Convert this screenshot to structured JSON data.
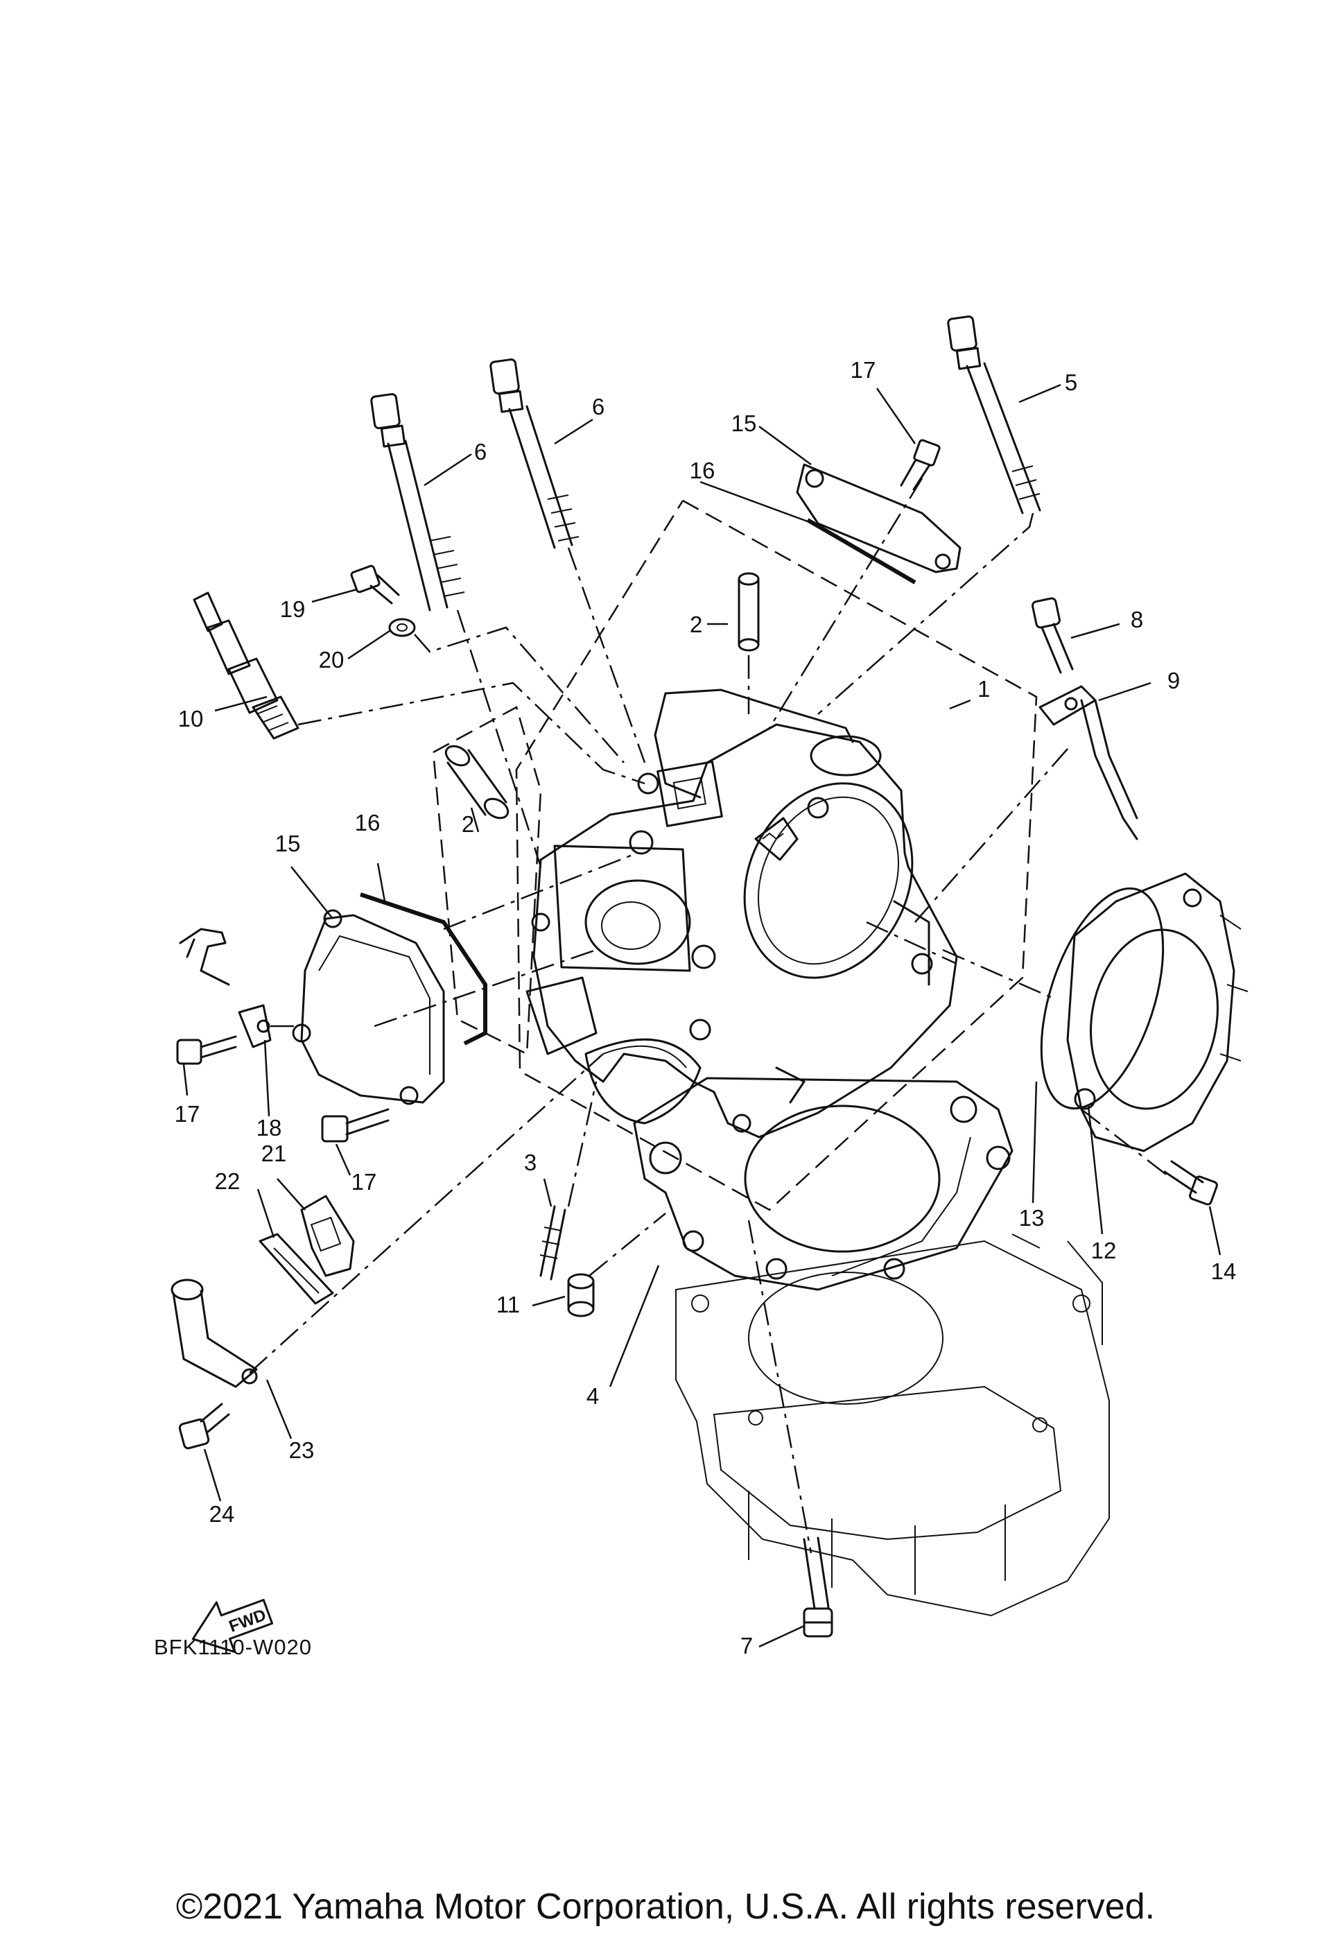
{
  "diagram": {
    "callouts": [
      {
        "id": "p1",
        "label": "1"
      },
      {
        "id": "p2a",
        "label": "2"
      },
      {
        "id": "p2b",
        "label": "2"
      },
      {
        "id": "p3",
        "label": "3"
      },
      {
        "id": "p4",
        "label": "4"
      },
      {
        "id": "p5",
        "label": "5"
      },
      {
        "id": "p6a",
        "label": "6"
      },
      {
        "id": "p6b",
        "label": "6"
      },
      {
        "id": "p7",
        "label": "7"
      },
      {
        "id": "p8",
        "label": "8"
      },
      {
        "id": "p9",
        "label": "9"
      },
      {
        "id": "p10",
        "label": "10"
      },
      {
        "id": "p11",
        "label": "11"
      },
      {
        "id": "p12",
        "label": "12"
      },
      {
        "id": "p13",
        "label": "13"
      },
      {
        "id": "p14",
        "label": "14"
      },
      {
        "id": "p15a",
        "label": "15"
      },
      {
        "id": "p15b",
        "label": "15"
      },
      {
        "id": "p16a",
        "label": "16"
      },
      {
        "id": "p16b",
        "label": "16"
      },
      {
        "id": "p17a",
        "label": "17"
      },
      {
        "id": "p17b",
        "label": "17"
      },
      {
        "id": "p17c",
        "label": "17"
      },
      {
        "id": "p18",
        "label": "18"
      },
      {
        "id": "p19",
        "label": "19"
      },
      {
        "id": "p20",
        "label": "20"
      },
      {
        "id": "p21",
        "label": "21"
      },
      {
        "id": "p22",
        "label": "22"
      },
      {
        "id": "p23",
        "label": "23"
      },
      {
        "id": "p24",
        "label": "24"
      }
    ],
    "fwd_label": "FWD",
    "code": "BFK1110-W020",
    "copyright": "©2021 Yamaha Motor Corporation, U.S.A. All rights reserved."
  }
}
